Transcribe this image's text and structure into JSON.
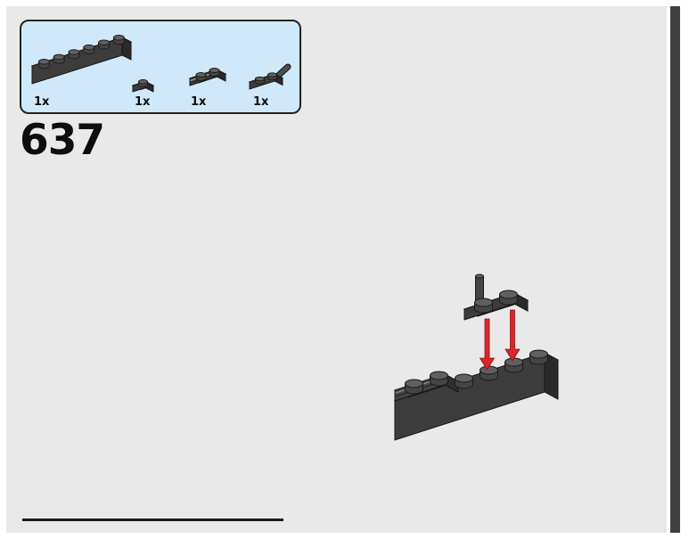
{
  "page": {
    "step_number": "637",
    "background_color": "#e9e9e9",
    "paper_color": "#ffffff",
    "edge_bar_color": "#414141"
  },
  "parts_box": {
    "background_color": "#cfe9fa",
    "border_color": "#222222",
    "parts": [
      {
        "icon": "brick-1x6-icon",
        "count": "1x"
      },
      {
        "icon": "plate-1x1-icon",
        "count": "1x"
      },
      {
        "icon": "plate-1x2-rail-icon",
        "count": "1x"
      },
      {
        "icon": "plate-1x2-bar-icon",
        "count": "1x"
      }
    ]
  },
  "illustration": {
    "arrow_color": "#d8262b",
    "brick_top_color": "#565656",
    "brick_front_color": "#3c3c3c",
    "brick_side_color": "#2a2a2a"
  }
}
